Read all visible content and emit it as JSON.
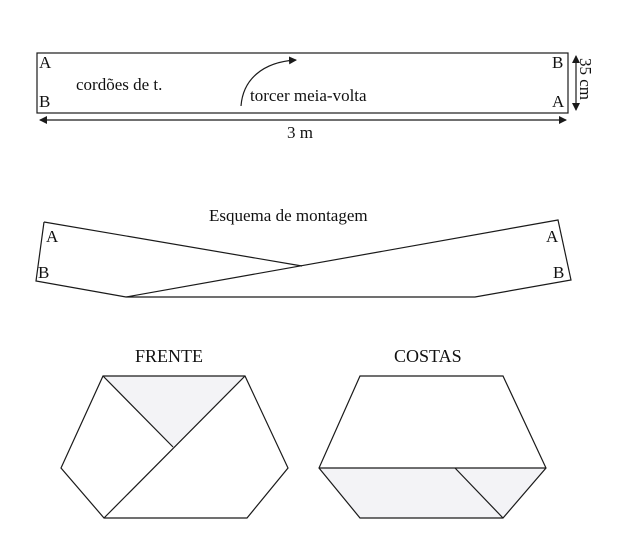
{
  "strip": {
    "corner_top_left": "A",
    "corner_bottom_left": "B",
    "corner_top_right": "B",
    "corner_bottom_right": "A",
    "text_cords": "cordões de t.",
    "text_twist": "torcer meia-volta",
    "width_label": "3 m",
    "height_label": "35 cm"
  },
  "assembly": {
    "title": "Esquema de montagem",
    "left_top": "A",
    "left_bottom": "B",
    "right_top": "A",
    "right_bottom": "B"
  },
  "front": {
    "title": "FRENTE"
  },
  "back": {
    "title": "COSTAS"
  },
  "colors": {
    "line": "#1a1a1a",
    "shade": "#f3f3f6"
  }
}
